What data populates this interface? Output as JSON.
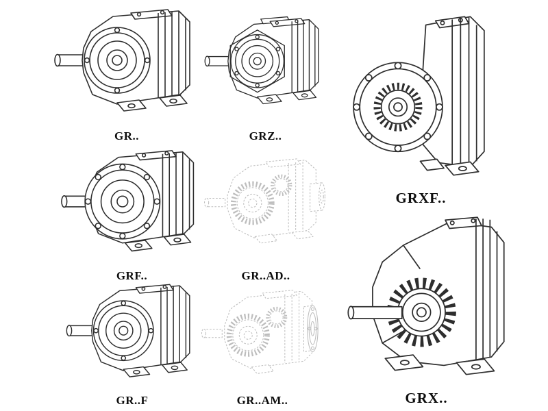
{
  "page": {
    "background_color": "#ffffff",
    "line_color": "#2e2e2e",
    "ghost_line_color": "#bdbdbd",
    "label_color": "#0d0d0d"
  },
  "products": {
    "gr": {
      "label": "GR..",
      "drawing": "helical-gearbox-foot-mounted"
    },
    "grz": {
      "label": "GRZ..",
      "drawing": "helical-gearbox-foot-mounted-variant"
    },
    "grxf": {
      "label": "GRXF..",
      "drawing": "helical-gearbox-large-flange-mounted"
    },
    "grf": {
      "label": "GRF..",
      "drawing": "helical-gearbox-flange-mounted"
    },
    "grad": {
      "label": "GR..AD..",
      "drawing": "helical-gearbox-input-adapter-ghost"
    },
    "grff": {
      "label": "GR..F",
      "drawing": "helical-gearbox-foot-flange-mounted"
    },
    "gram": {
      "label": "GR..AM..",
      "drawing": "helical-gearbox-motor-flange-ghost"
    },
    "grx": {
      "label": "GRX..",
      "drawing": "helical-gearbox-large-foot-mounted"
    }
  }
}
